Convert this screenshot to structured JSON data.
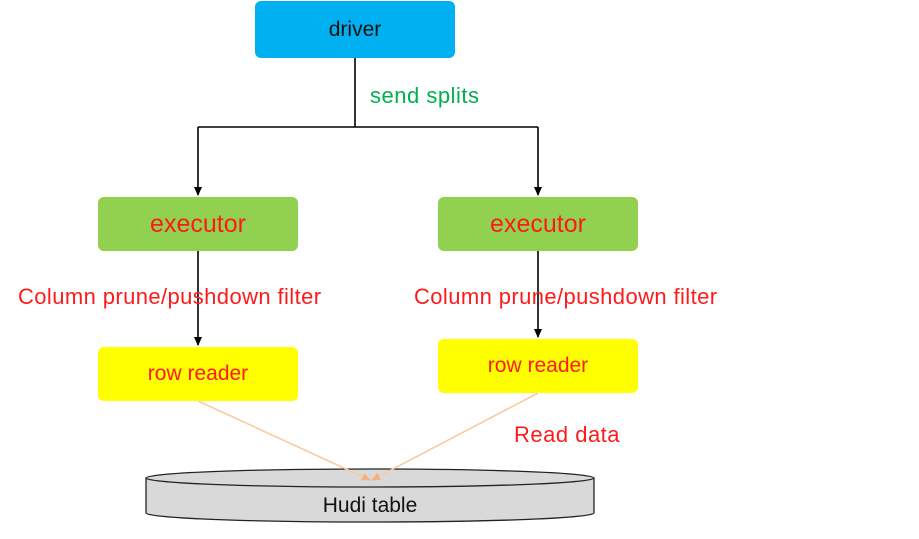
{
  "nodes": {
    "driver": "driver",
    "executor_left": "executor",
    "executor_right": "executor",
    "row_reader_left": "row reader",
    "row_reader_right": "row reader",
    "hudi_table": "Hudi table"
  },
  "edge_labels": {
    "send_splits": "send splits",
    "filter_left": "Column prune/pushdown  filter",
    "filter_right": "Column prune/pushdown  filter",
    "read_data": "Read data"
  },
  "colors": {
    "driver_fill": "#00b0f0",
    "executor_fill": "#92d050",
    "row_reader_fill": "#ffff00",
    "hudi_fill": "#d9d9d9",
    "green_label": "#00b050",
    "red_label": "#ff1a1a",
    "data_flow_line": "#f8cba0"
  }
}
